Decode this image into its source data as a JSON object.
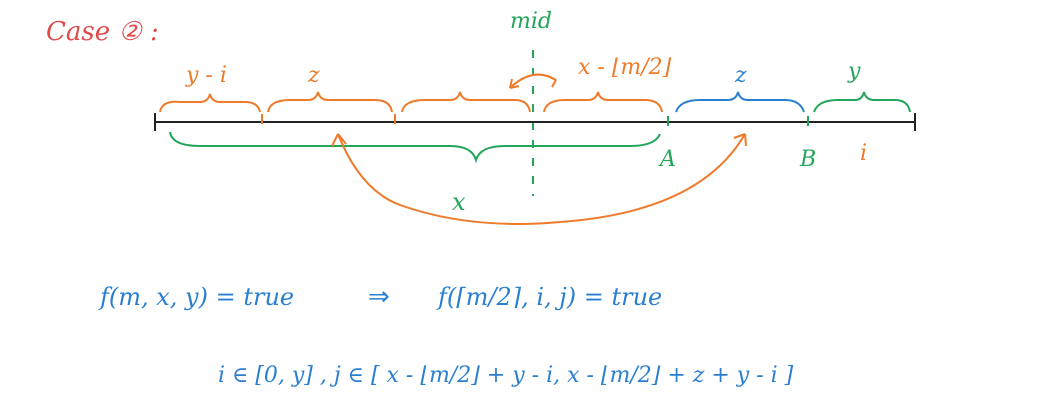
{
  "colors": {
    "red": "#e04b4b",
    "orange": "#ee7a2a",
    "green": "#23a65a",
    "blue": "#2a7fd1",
    "black": "#222222"
  },
  "title": "Case ② :",
  "labels": {
    "mid": "mid",
    "y_minus_i": "y - i",
    "z_left": "z",
    "x_minus_floor_m2": "x - ⌊m/2⌋",
    "z_right": "z",
    "y_right": "y",
    "A": "A",
    "B": "B",
    "i_right": "i",
    "x": "x"
  },
  "formulas": {
    "line1_left": "f(m, x, y) = true",
    "line1_arrow": "⇒",
    "line1_right": "f(⌈m/2⌉, i, j) = true",
    "line2": "i ∈ [0, y] ,  j ∈ [ x - ⌊m/2⌋ + y - i,   x - ⌊m/2⌋ + z + y - i ]"
  }
}
